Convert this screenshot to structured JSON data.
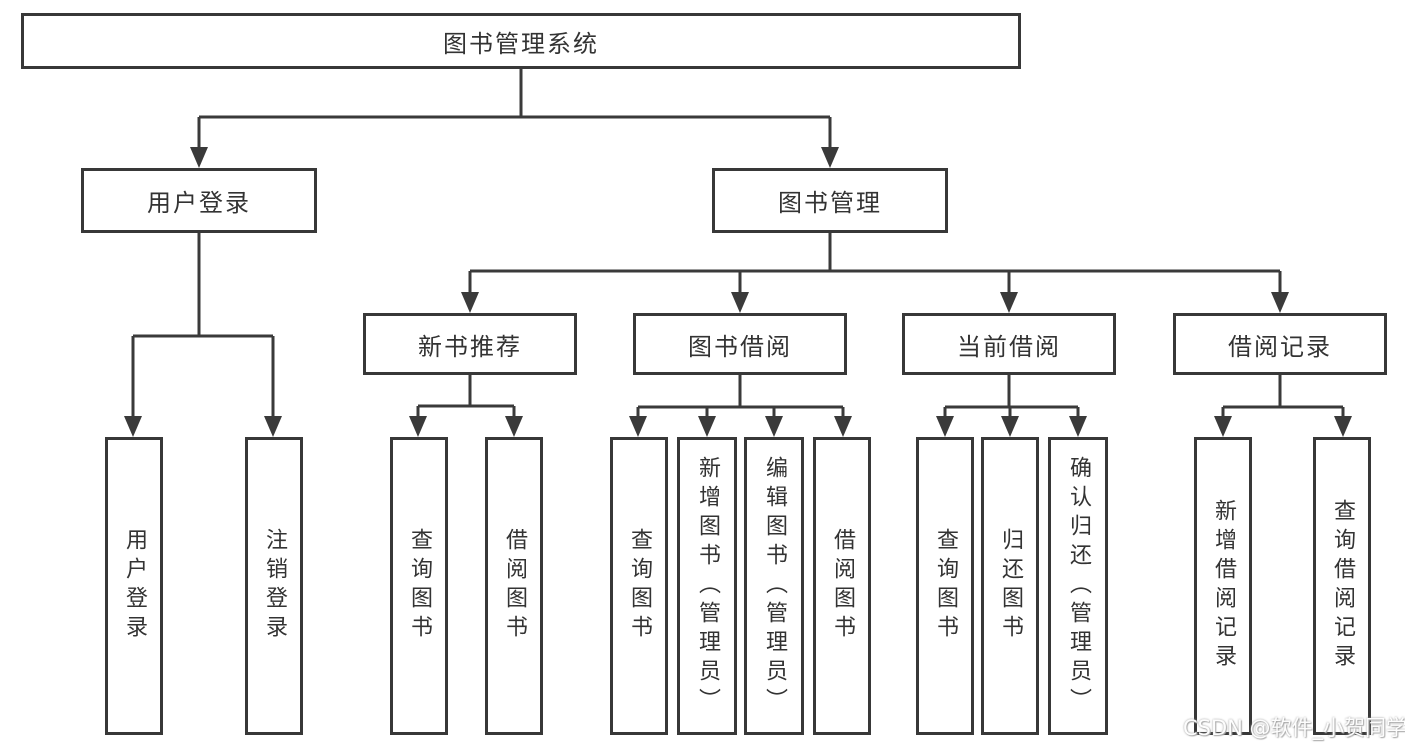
{
  "diagram_type": "hierarchy-tree",
  "tree": {
    "label": "图书管理系统",
    "children": [
      {
        "label": "用户登录",
        "children": [
          {
            "label": "用户登录"
          },
          {
            "label": "注销登录"
          }
        ]
      },
      {
        "label": "图书管理",
        "children": [
          {
            "label": "新书推荐",
            "children": [
              {
                "label": "查询图书"
              },
              {
                "label": "借阅图书"
              }
            ]
          },
          {
            "label": "图书借阅",
            "children": [
              {
                "label": "查询图书"
              },
              {
                "label": "新增图书（管理员）"
              },
              {
                "label": "编辑图书（管理员）"
              },
              {
                "label": "借阅图书"
              }
            ]
          },
          {
            "label": "当前借阅",
            "children": [
              {
                "label": "查询图书"
              },
              {
                "label": "归还图书"
              },
              {
                "label": "确认归还（管理员）"
              }
            ]
          },
          {
            "label": "借阅记录",
            "children": [
              {
                "label": "新增借阅记录"
              },
              {
                "label": "查询借阅记录"
              }
            ]
          }
        ]
      }
    ]
  },
  "watermark": "CSDN @软件_小贺同学",
  "colors": {
    "line": "#3a3a3a",
    "box_border": "#383838",
    "text": "#333333",
    "background": "#ffffff",
    "watermark_text": "#fdfdfd"
  }
}
